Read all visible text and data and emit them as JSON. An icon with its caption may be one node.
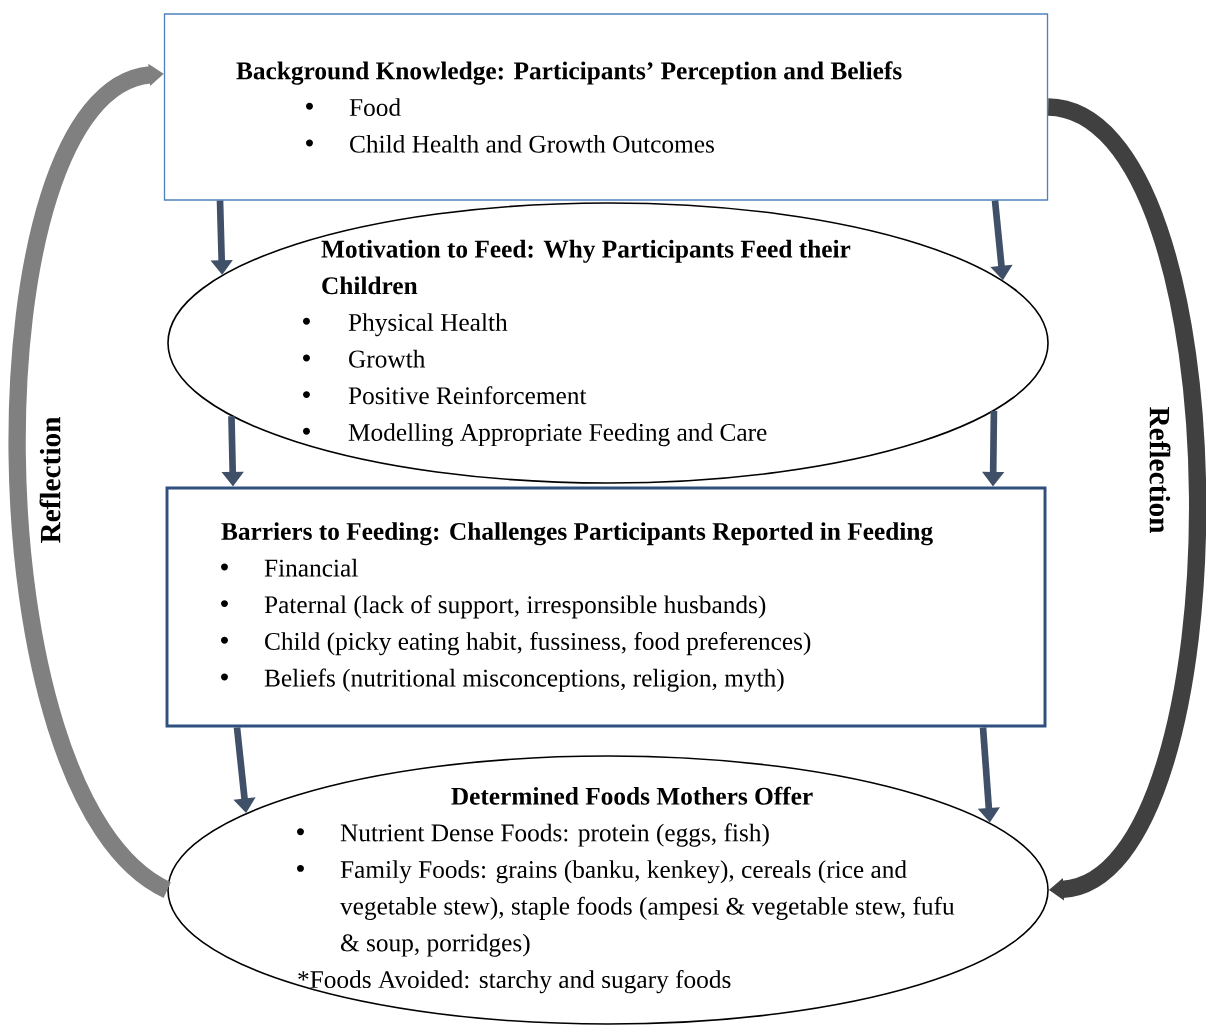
{
  "diagram": {
    "nodes": [
      {
        "text": [
          "Background Knowledge: Participants’ Perception and Beliefs",
          "Food",
          "Child Health and Growth Outcomes"
        ]
      },
      {
        "text": [
          "Motivation to Feed: Why Participants Feed their Children",
          "Physical Health",
          "Growth",
          "Positive Reinforcement",
          "Modelling Appropriate Feeding and Care"
        ]
      },
      {
        "text": [
          "Barriers to Feeding: Challenges Participants Reported in Feeding",
          "Financial",
          "Paternal (lack of support, irresponsible husbands)",
          "Child (picky eating habit, fussiness, food preferences)",
          "Beliefs (nutritional misconceptions, religion, myth)"
        ]
      },
      {
        "text": [
          "Determined Foods Mothers Offer",
          "Nutrient Dense Foods: protein (eggs, fish)",
          "Family Foods: grains (banku, kenkey), cereals (rice and vegetable stew), staple foods (ampesi & vegetable stew, fufu & soup, porridges)",
          "*Foods Avoided: starchy and sugary foods"
        ]
      }
    ],
    "edges": [
      {
        "from": 0,
        "to": 1,
        "arrow": "to"
      },
      {
        "from": 0,
        "to": 1,
        "arrow": "to"
      },
      {
        "from": 1,
        "to": 2,
        "arrow": "to"
      },
      {
        "from": 1,
        "to": 2,
        "arrow": "to"
      },
      {
        "from": 2,
        "to": 3,
        "arrow": "to"
      },
      {
        "from": 2,
        "to": 3,
        "arrow": "to"
      },
      {
        "from": 3,
        "to": 0,
        "arrow": "to",
        "label": "Reflection",
        "style": "thick",
        "color": "#808080"
      },
      {
        "from": 0,
        "to": 3,
        "arrow": "to",
        "label": "Reflection",
        "style": "thick",
        "color": "#404040"
      }
    ]
  }
}
